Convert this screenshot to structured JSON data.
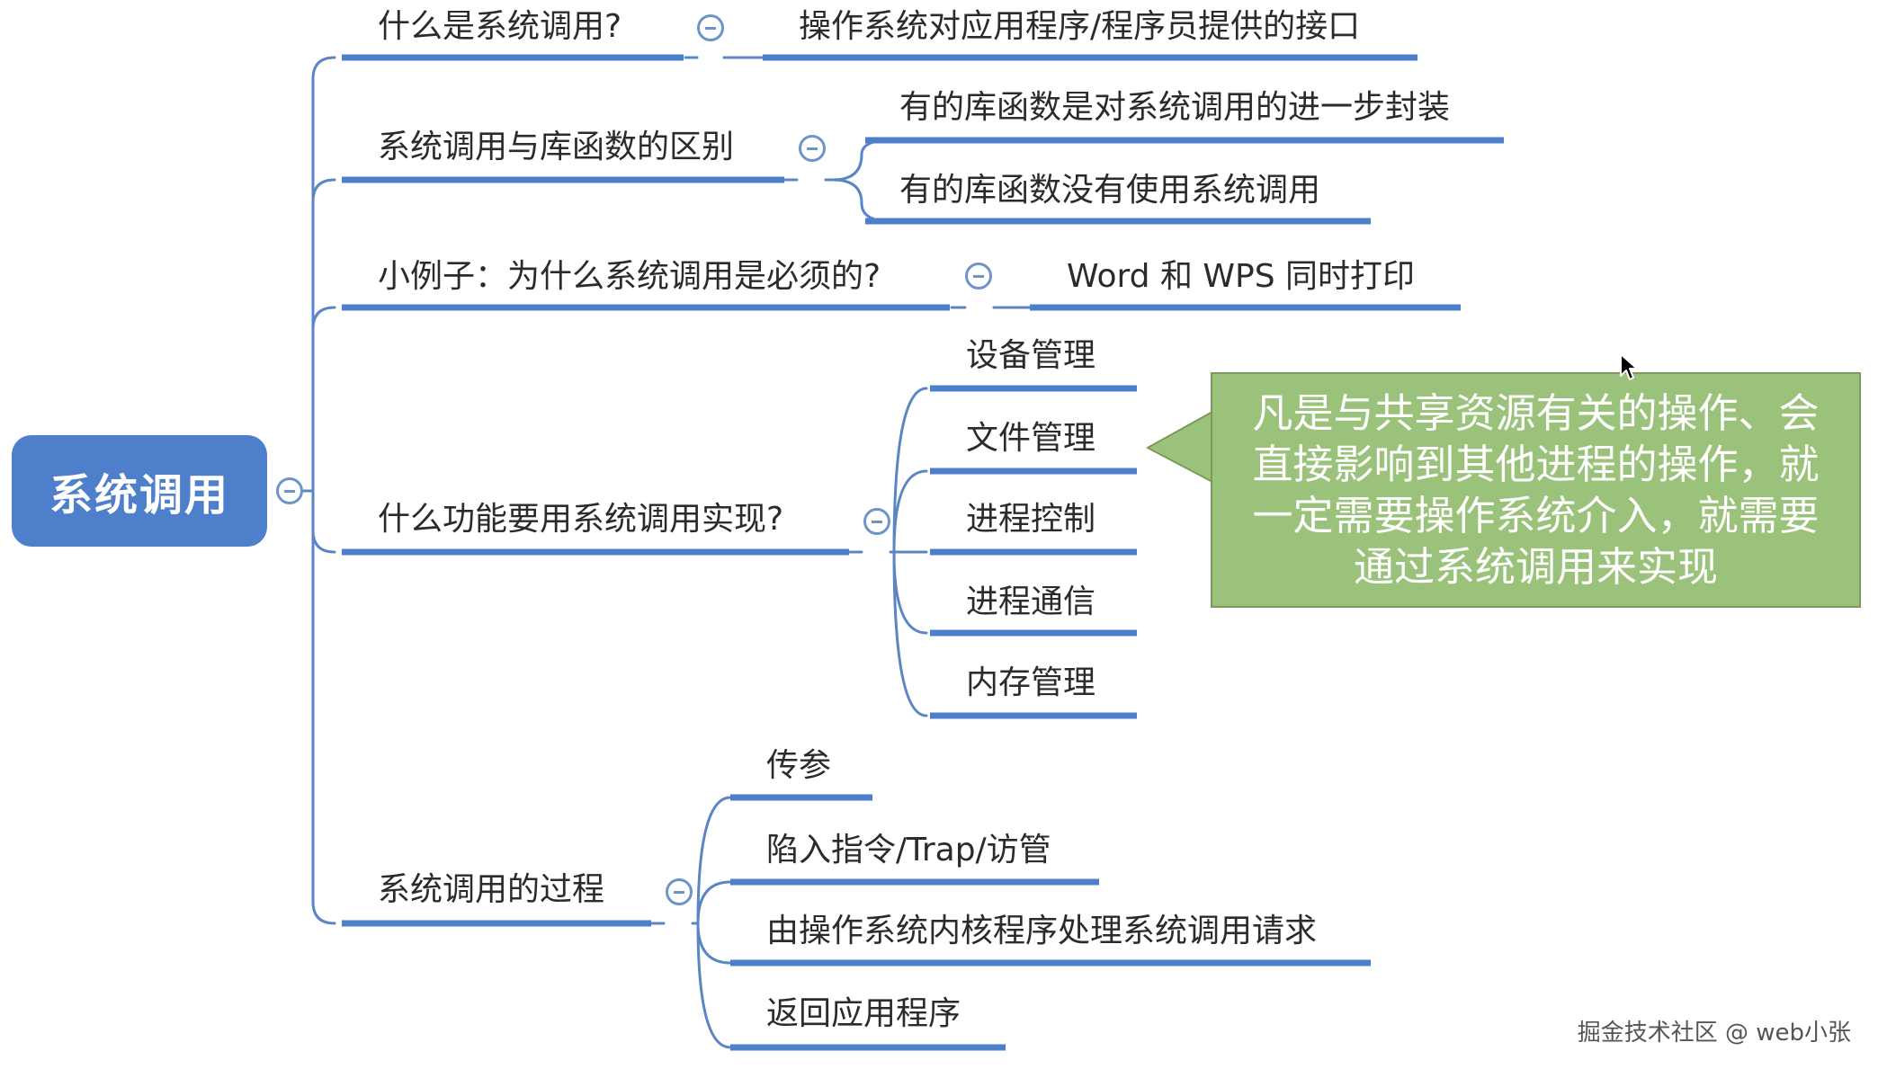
{
  "colors": {
    "root_fill": "#4d7fcb",
    "branch_line": "#5b86c4",
    "underline": "#4d7fcb",
    "note_fill": "#9bc27a",
    "note_text": "#ffffff"
  },
  "mindmap": {
    "root": "系统调用",
    "branches": [
      {
        "label": "什么是系统调用?",
        "children": [
          "操作系统对应用程序/程序员提供的接口"
        ]
      },
      {
        "label": "系统调用与库函数的区别",
        "children": [
          "有的库函数是对系统调用的进一步封装",
          "有的库函数没有使用系统调用"
        ]
      },
      {
        "label": "小例子：为什么系统调用是必须的?",
        "children": [
          "Word 和 WPS 同时打印"
        ]
      },
      {
        "label": "什么功能要用系统调用实现?",
        "children": [
          "设备管理",
          "文件管理",
          "进程控制",
          "进程通信",
          "内存管理"
        ]
      },
      {
        "label": "系统调用的过程",
        "children": [
          "传参",
          "陷入指令/Trap/访管",
          "由操作系统内核程序处理系统调用请求",
          "返回应用程序"
        ]
      }
    ]
  },
  "callout": {
    "text": "凡是与共享资源有关的操作、会直接影响到其他进程的操作，就一定需要操作系统介入，就需要通过系统调用来实现"
  },
  "watermark": "掘金技术社区 @ web小张"
}
